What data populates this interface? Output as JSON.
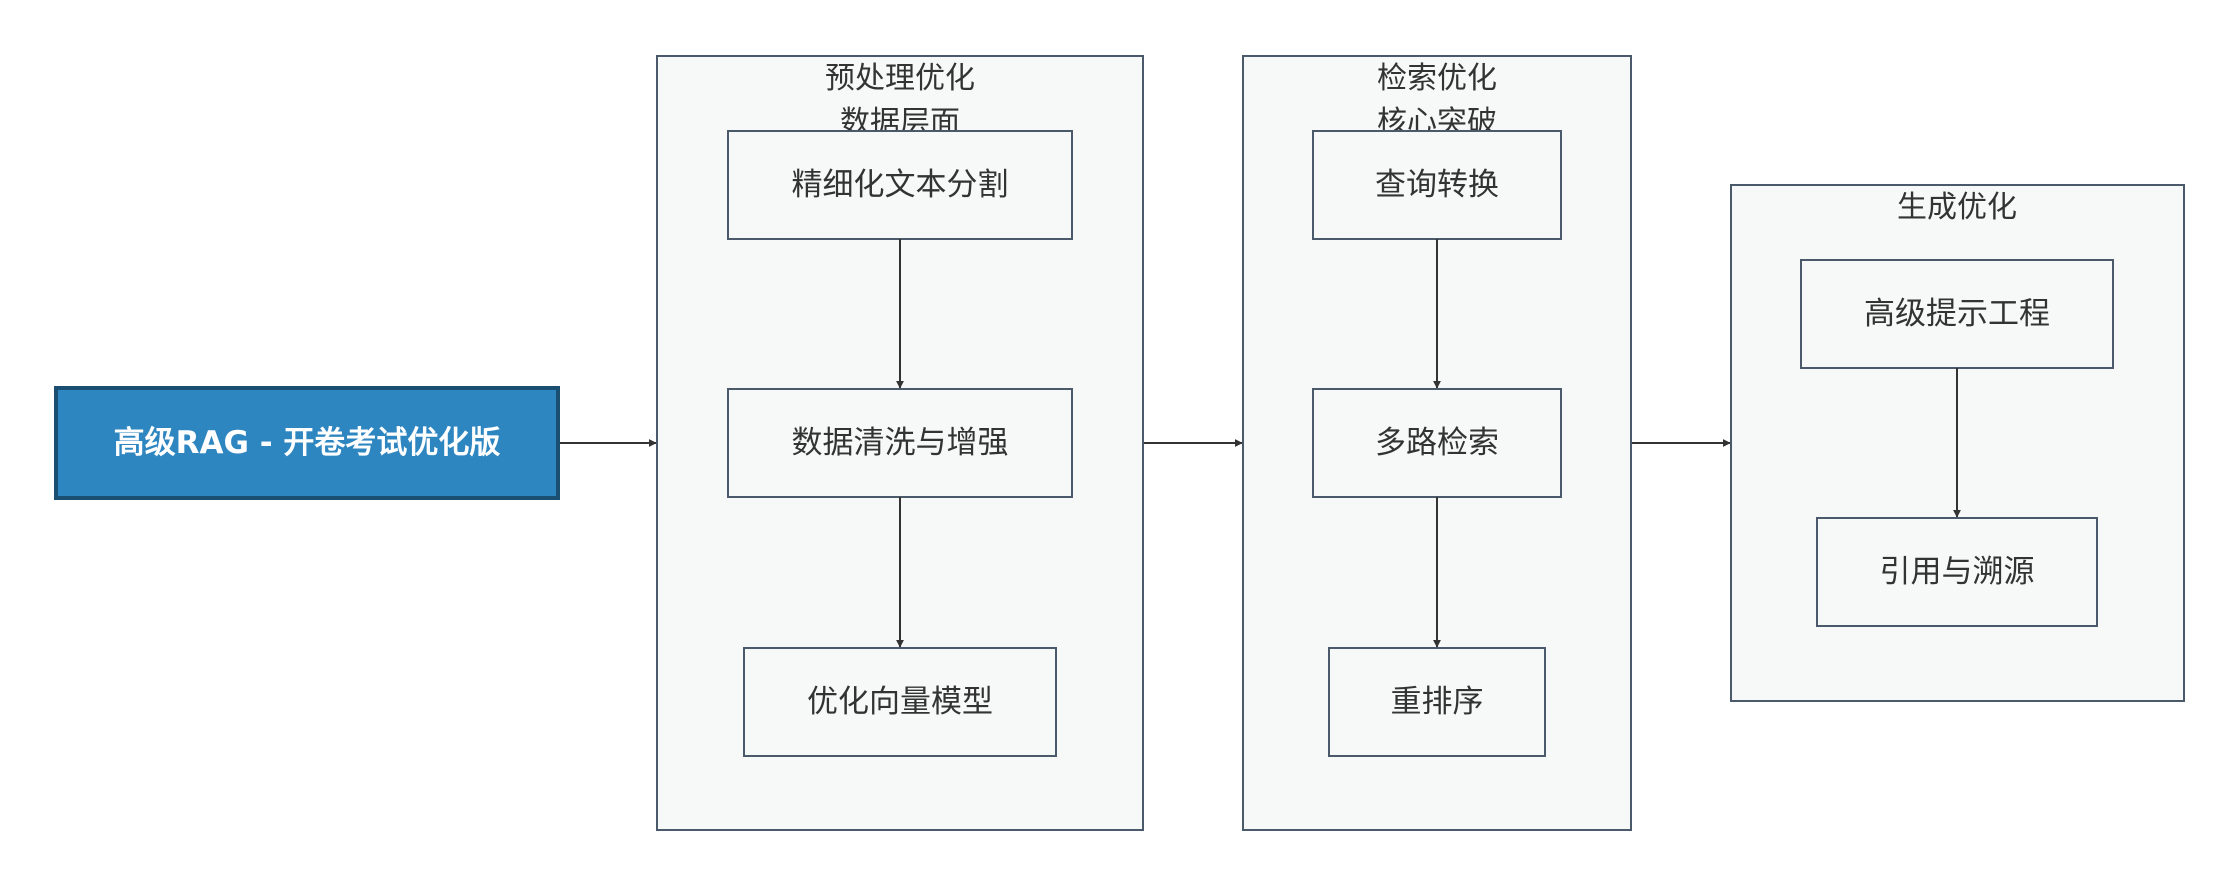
{
  "colors": {
    "start_fill": "#2e86c1",
    "start_stroke": "#1b4f72",
    "start_text": "#ffffff",
    "box_fill": "#f7f9f9",
    "box_stroke": "#4a5a6a",
    "text": "#333333",
    "edge": "#333333"
  },
  "start": {
    "label": "高级RAG - 开卷考试优化版"
  },
  "groups": [
    {
      "id": "preprocess",
      "title_line1": "预处理优化",
      "title_line2": "数据层面",
      "nodes": [
        "精细化文本分割",
        "数据清洗与增强",
        "优化向量模型"
      ]
    },
    {
      "id": "retrieval",
      "title_line1": "检索优化",
      "title_line2": "核心突破",
      "nodes": [
        "查询转换",
        "多路检索",
        "重排序"
      ]
    },
    {
      "id": "generation",
      "title_line1": "生成优化",
      "title_line2": "",
      "nodes": [
        "高级提示工程",
        "引用与溯源"
      ]
    }
  ]
}
